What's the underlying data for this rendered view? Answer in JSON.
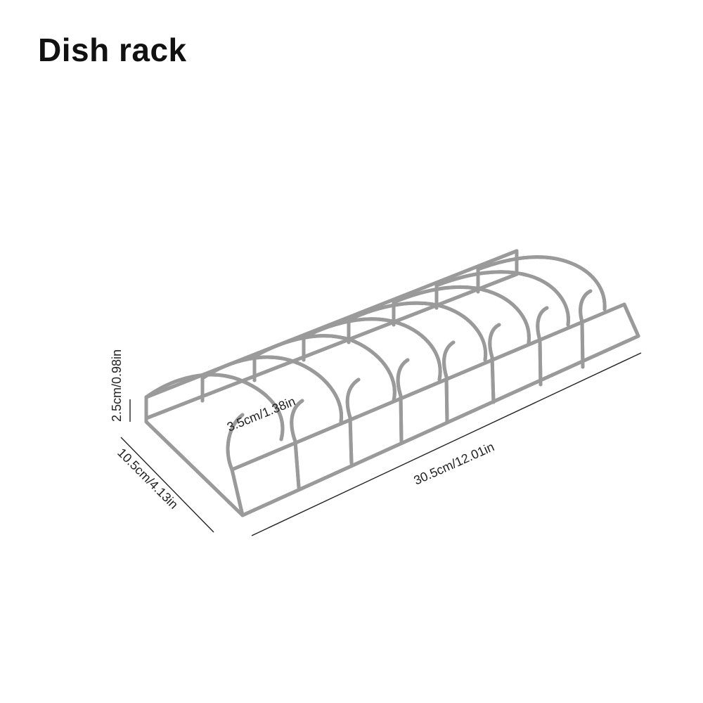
{
  "title": "Dish rack",
  "dimensions": {
    "length": "30.5cm/12.01in",
    "width": "10.5cm/4.13in",
    "height": "2.5cm/0.98in",
    "slot_spacing": "3.5cm/1.38in"
  },
  "colors": {
    "background": "#ffffff",
    "wire": "#9a9a9a",
    "wire_highlight": "#f2f2f2",
    "dimension_line": "#222222",
    "text": "#111111"
  }
}
